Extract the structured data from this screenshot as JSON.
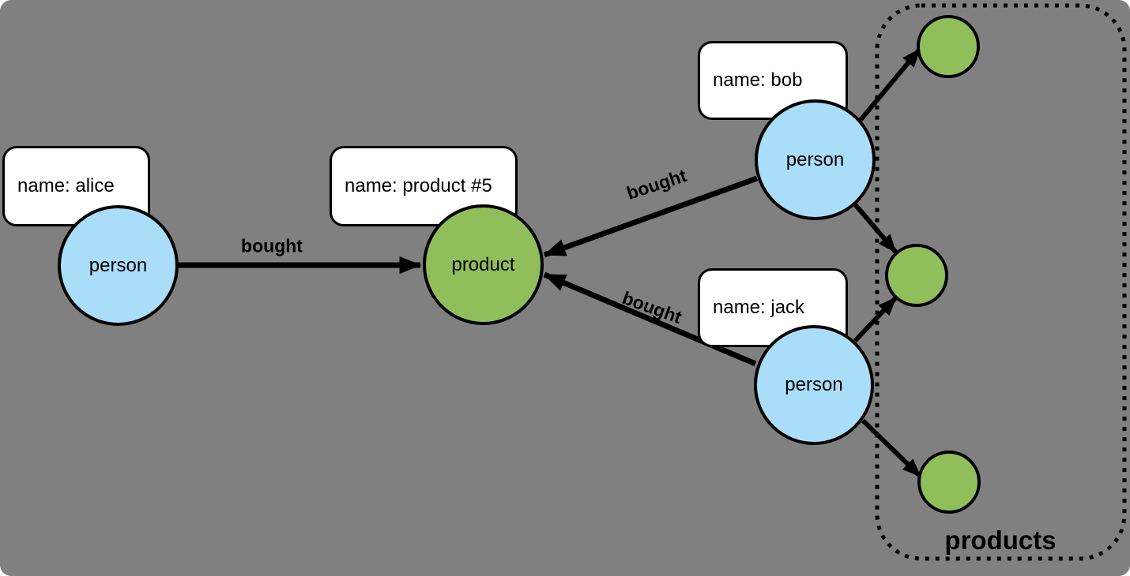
{
  "canvas": {
    "background_color": "#808080"
  },
  "colors": {
    "person_fill": "#aaddf8",
    "product_fill": "#8fbe5a",
    "note_fill": "#ffffff",
    "stroke": "#000000"
  },
  "nodes": {
    "alice": {
      "type_label": "person",
      "property": "name: alice"
    },
    "bob": {
      "type_label": "person",
      "property": "name: bob"
    },
    "jack": {
      "type_label": "person",
      "property": "name: jack"
    },
    "product5": {
      "type_label": "product",
      "property": "name: product #5"
    }
  },
  "edges": {
    "alice_product": {
      "label": "bought"
    },
    "bob_product": {
      "label": "bought"
    },
    "jack_product": {
      "label": "bought"
    }
  },
  "group": {
    "label": "products"
  }
}
